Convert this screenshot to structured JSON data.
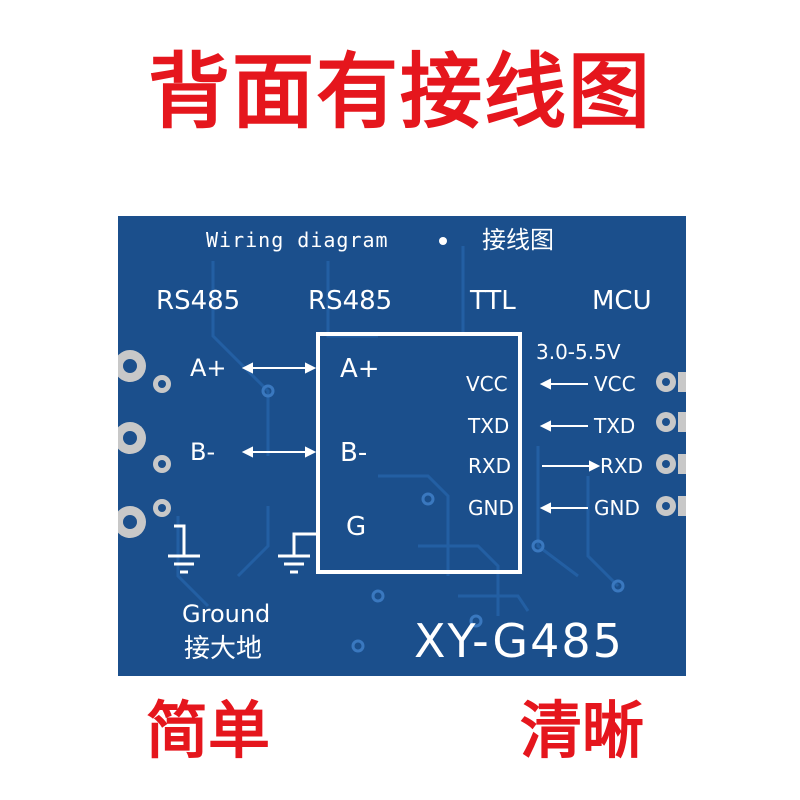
{
  "headline": "背面有接线图",
  "caption_left": "简单",
  "caption_right": "清晰",
  "board": {
    "colors": {
      "pcb": "#1b4f8c",
      "trace": "#1f5a9e",
      "silk": "#ffffff",
      "pad": "#c8c8c8",
      "text_red": "#e5161d"
    },
    "header_en": "Wiring diagram",
    "header_cn": "接线图",
    "col_rs485_left": "RS485",
    "col_rs485_mid": "RS485",
    "col_ttl": "TTL",
    "col_mcu": "MCU",
    "voltage": "3.0-5.5V",
    "left_pins": {
      "a": "A+",
      "b": "B-"
    },
    "mid_pins": {
      "a": "A+",
      "b": "B-",
      "g": "G"
    },
    "ttl_pins": [
      "VCC",
      "TXD",
      "RXD",
      "GND"
    ],
    "mcu_pins": [
      "VCC",
      "TXD",
      "RXD",
      "GND"
    ],
    "ground_en": "Ground",
    "ground_cn": "接大地",
    "model": "XY-G485"
  }
}
